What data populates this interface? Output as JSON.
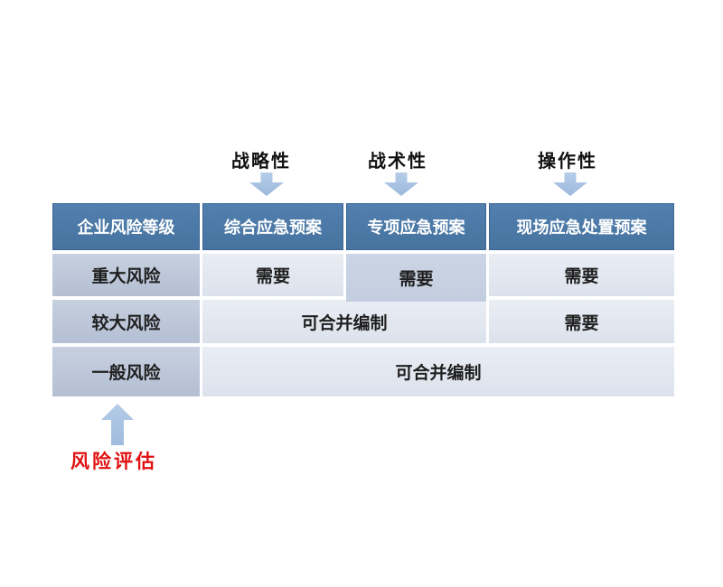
{
  "annotations": {
    "strategic": "战略性",
    "tactical": "战术性",
    "operational": "操作性"
  },
  "table": {
    "headers": {
      "risk_level": "企业风险等级",
      "comprehensive_plan": "综合应急预案",
      "special_plan": "专项应急预案",
      "onsite_plan": "现场应急处置预案"
    },
    "rows": {
      "major": {
        "level": "重大风险",
        "comprehensive": "需要",
        "special": "需要",
        "onsite": "需要"
      },
      "larger": {
        "level": "较大风险",
        "merged": "可合并编制",
        "onsite": "需要"
      },
      "general": {
        "level": "一般风险",
        "merged": "可合并编制"
      }
    }
  },
  "bottom_annotation": {
    "label": "风险评估"
  },
  "colors": {
    "header_bg": "#4a78a9",
    "level_cell_bg": "#bdc7d9",
    "highlight_cell_bg": "#c7d1e2",
    "light_cell_bg": "#e7eaf2",
    "arrow_fill": "#a9c5e4",
    "annotation_red": "#e01010",
    "header_text": "#ffffff",
    "body_text": "#1f1f1f"
  }
}
